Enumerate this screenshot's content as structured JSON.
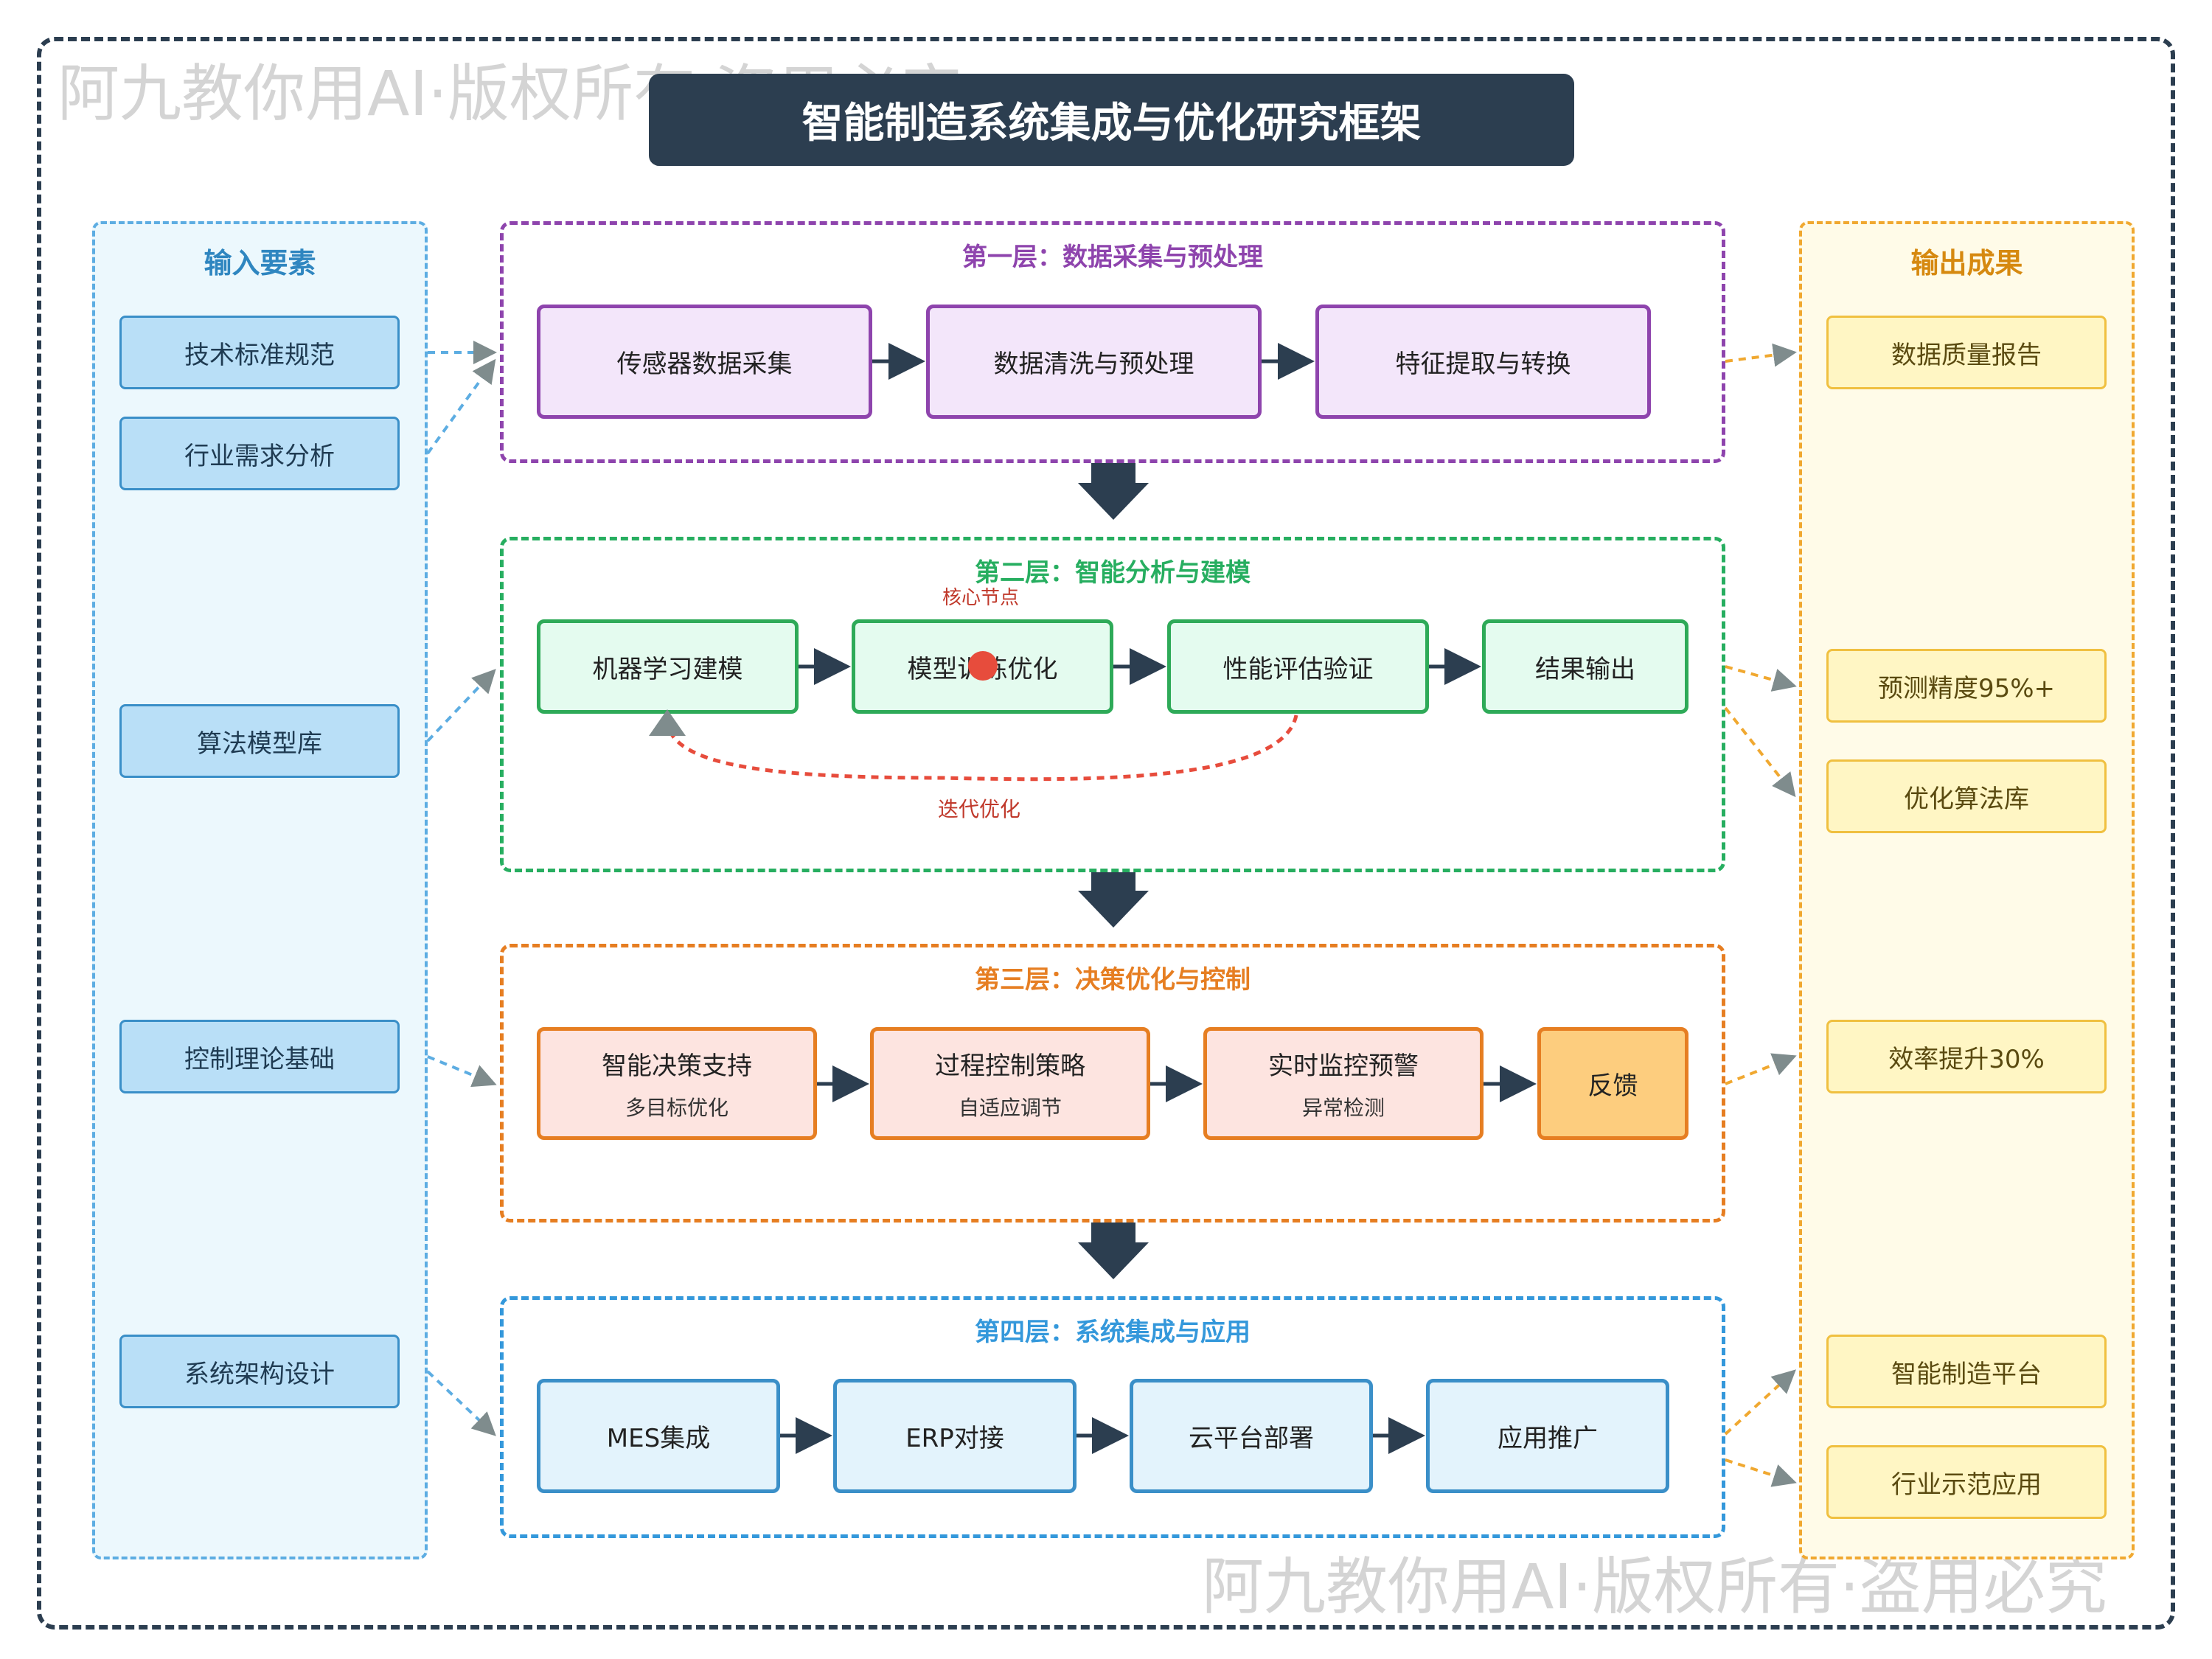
{
  "title": "智能制造系统集成与优化研究框架",
  "watermark": "阿九教你用AI·版权所有·盗用必究",
  "inputs": {
    "title": "输入要素",
    "items": [
      "技术标准规范",
      "行业需求分析",
      "算法模型库",
      "控制理论基础",
      "系统架构设计"
    ]
  },
  "outputs": {
    "title": "输出成果",
    "items": [
      "数据质量报告",
      "预测精度95%+",
      "优化算法库",
      "效率提升30%",
      "智能制造平台",
      "行业示范应用"
    ]
  },
  "layers": [
    {
      "title": "第一层：数据采集与预处理",
      "color": "#8e44ad",
      "nodes": [
        {
          "label": "传感器数据采集"
        },
        {
          "label": "数据清洗与预处理"
        },
        {
          "label": "特征提取与转换"
        }
      ]
    },
    {
      "title": "第二层：智能分析与建模",
      "color": "#27ae60",
      "core_label": "核心节点",
      "loop_label": "迭代优化",
      "nodes": [
        {
          "label": "机器学习建模"
        },
        {
          "label": "模型训练优化"
        },
        {
          "label": "性能评估验证"
        },
        {
          "label": "结果输出"
        }
      ]
    },
    {
      "title": "第三层：决策优化与控制",
      "color": "#e67e22",
      "nodes": [
        {
          "label": "智能决策支持",
          "sub": "多目标优化"
        },
        {
          "label": "过程控制策略",
          "sub": "自适应调节"
        },
        {
          "label": "实时监控预警",
          "sub": "异常检测"
        },
        {
          "label": "反馈"
        }
      ]
    },
    {
      "title": "第四层：系统集成与应用",
      "color": "#3498db",
      "nodes": [
        {
          "label": "MES集成"
        },
        {
          "label": "ERP对接"
        },
        {
          "label": "云平台部署"
        },
        {
          "label": "应用推广"
        }
      ]
    }
  ],
  "colors": {
    "dark": "#2c3e50",
    "input_dash": "#5dade2",
    "output_dash": "#f0a830",
    "loop": "#e74c3c"
  }
}
